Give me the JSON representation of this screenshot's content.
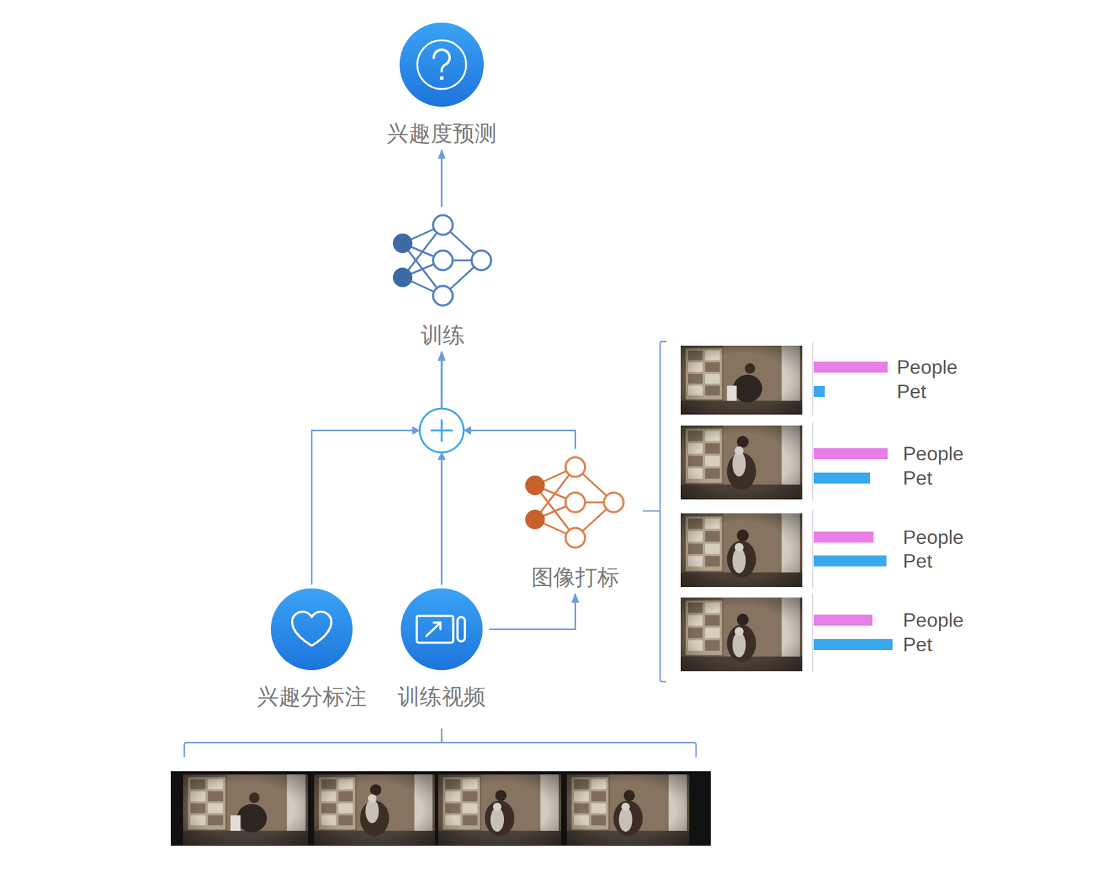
{
  "diagram": {
    "nodes": [
      {
        "text": [
          "兴趣度预测"
        ]
      },
      {
        "text": [
          "训练"
        ]
      },
      {
        "text": [
          "图像打标"
        ]
      },
      {
        "text": [
          "兴趣分标注"
        ]
      },
      {
        "text": [
          "训练视频"
        ]
      }
    ],
    "edges": [
      {
        "from": 1,
        "to": 0,
        "arrow": "to"
      },
      {
        "from": 3,
        "to": 1,
        "arrow": "to"
      },
      {
        "from": 4,
        "to": 1,
        "arrow": "to"
      },
      {
        "from": 2,
        "to": 1,
        "arrow": "to"
      },
      {
        "from": 4,
        "to": 2,
        "arrow": "to"
      }
    ],
    "labels": [
      "People",
      "Pet",
      "People",
      "Pet",
      "People",
      "Pet",
      "People",
      "Pet"
    ]
  }
}
